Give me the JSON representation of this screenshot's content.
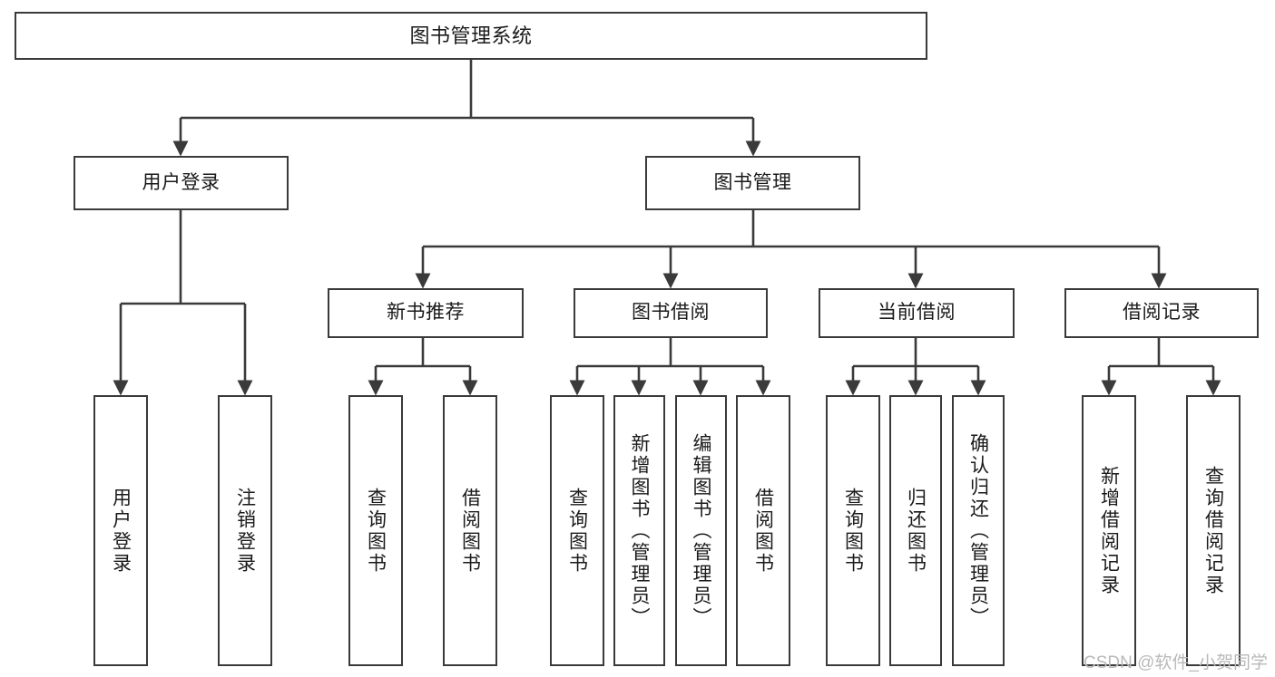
{
  "diagram": {
    "title": "图书管理系统",
    "type": "hierarchy-tree",
    "theme": {
      "background": "#ffffff",
      "box_border": "#3a3a3a",
      "box_fill": "#ffffff",
      "connector": "#3a3a3a",
      "text": "#1a1a1a",
      "watermark": "#b9b9b9"
    },
    "root": {
      "label": "图书管理系统"
    },
    "level2": [
      {
        "label": "用户登录"
      },
      {
        "label": "图书管理"
      }
    ],
    "level3": [
      {
        "label": "新书推荐"
      },
      {
        "label": "图书借阅"
      },
      {
        "label": "当前借阅"
      },
      {
        "label": "借阅记录"
      }
    ],
    "leaves": {
      "user_login": [
        {
          "label": "用户登录"
        },
        {
          "label": "注销登录"
        }
      ],
      "new_book_recommend": [
        {
          "label": "查询图书"
        },
        {
          "label": "借阅图书"
        }
      ],
      "book_borrow": [
        {
          "label": "查询图书"
        },
        {
          "label": "新增图书（管理员）"
        },
        {
          "label": "编辑图书（管理员）"
        },
        {
          "label": "借阅图书"
        }
      ],
      "current_borrow": [
        {
          "label": "查询图书"
        },
        {
          "label": "归还图书"
        },
        {
          "label": "确认归还（管理员）"
        }
      ],
      "borrow_record": [
        {
          "label": "新增借阅记录"
        },
        {
          "label": "查询借阅记录"
        }
      ]
    },
    "watermark": "CSDN @软件_小贺同学"
  }
}
